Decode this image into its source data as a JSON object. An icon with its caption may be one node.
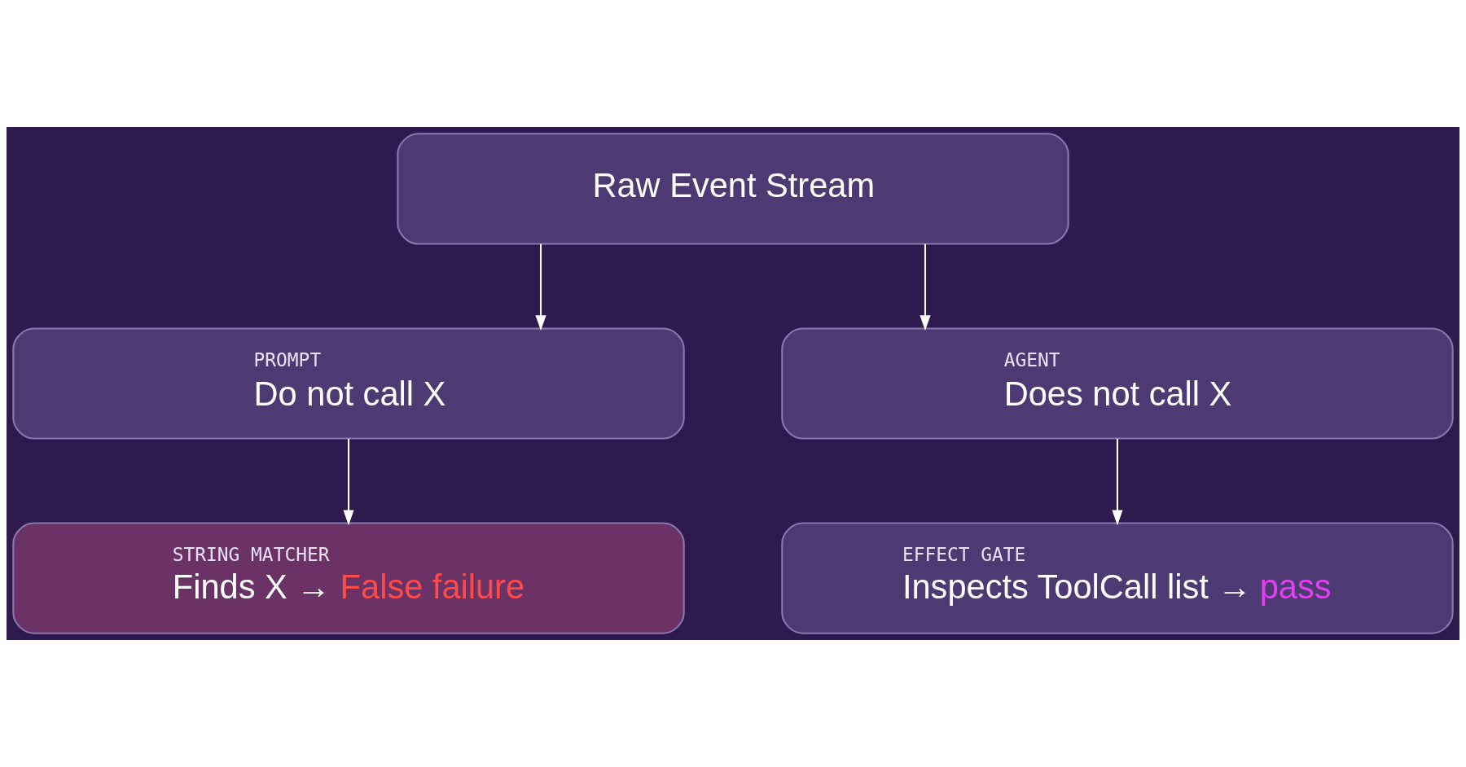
{
  "diagram": {
    "nodes": [
      {
        "text": [
          "Raw Event Stream"
        ]
      },
      {
        "text": [
          "PROMPT",
          "Do not call X"
        ]
      },
      {
        "text": [
          "AGENT",
          "Does not call X"
        ]
      },
      {
        "text": [
          "STRING MATCHER",
          "Finds X → **False failure**"
        ]
      },
      {
        "text": [
          "EFFECT GATE",
          "Inspects ToolCall list → **pass**"
        ]
      }
    ],
    "edges": [
      {
        "from": 0,
        "to": 1,
        "arrow": "to"
      },
      {
        "from": 0,
        "to": 2,
        "arrow": "to"
      },
      {
        "from": 1,
        "to": 3,
        "arrow": "to"
      },
      {
        "from": 2,
        "to": 4,
        "arrow": "to"
      }
    ]
  }
}
